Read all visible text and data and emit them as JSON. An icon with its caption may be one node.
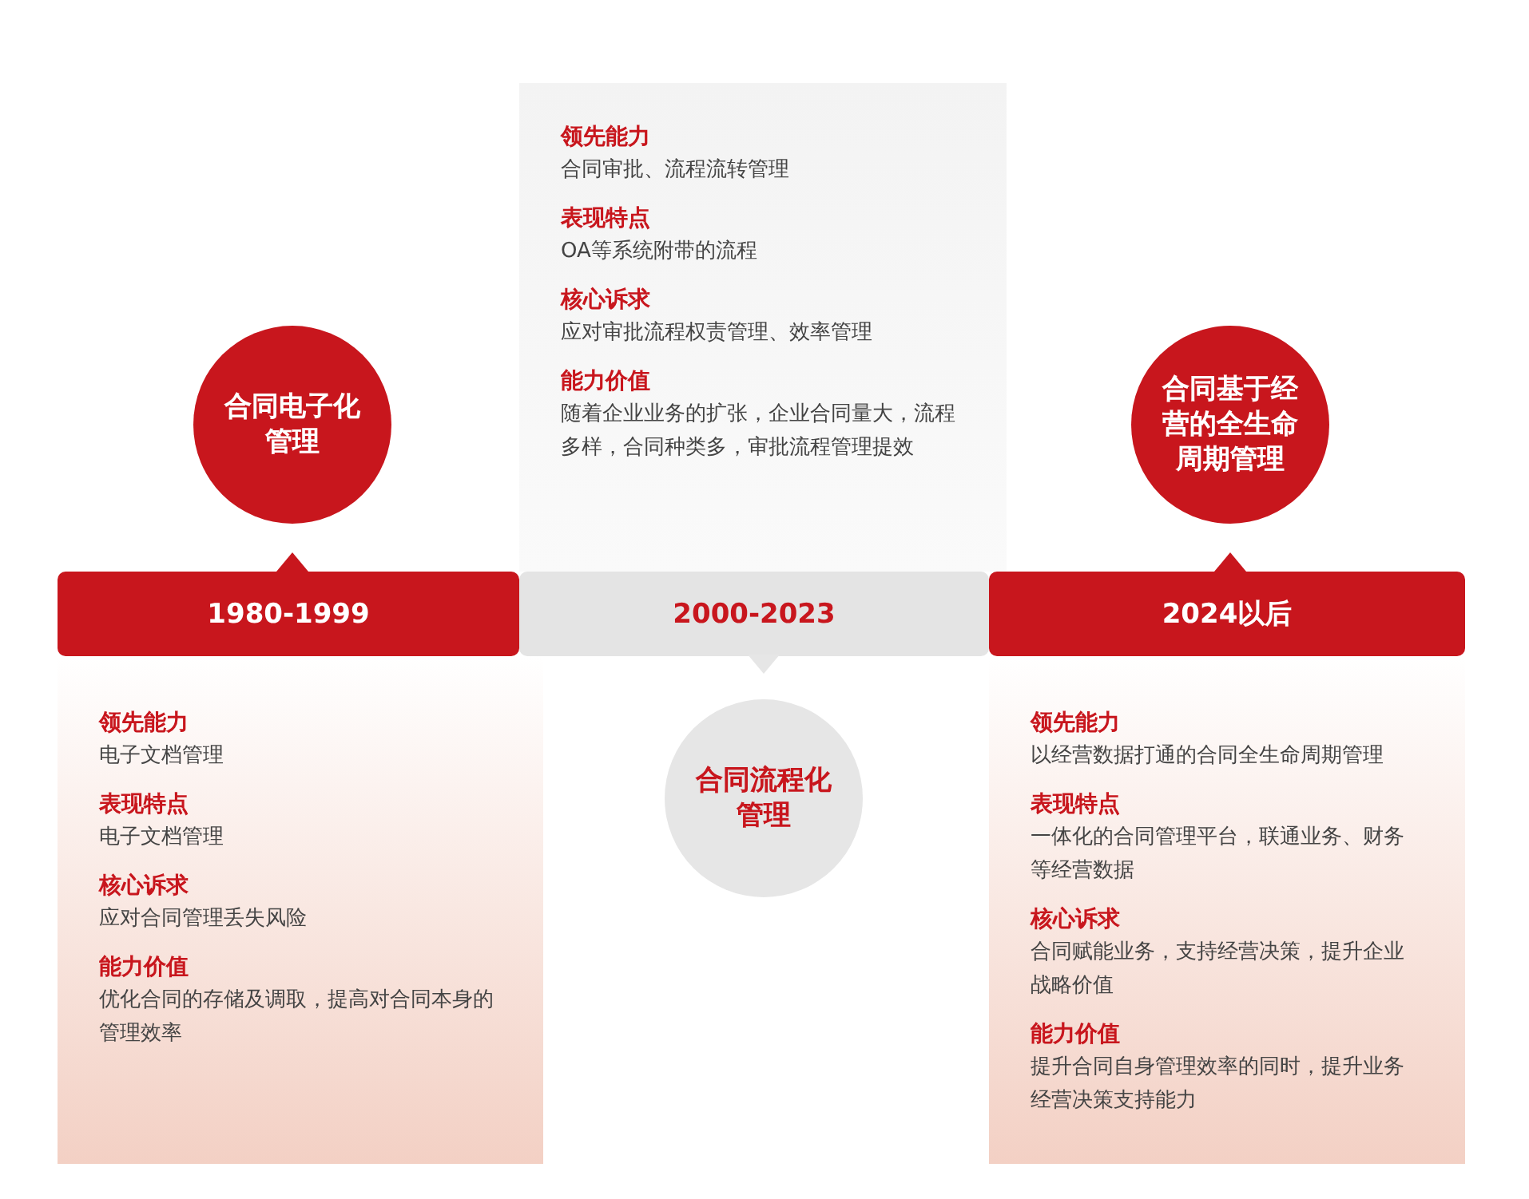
{
  "diagram": {
    "nodes": [
      {
        "text": [
          "合同电子化管理"
        ]
      },
      {
        "text": [
          "1980-1999"
        ]
      },
      {
        "text": [
          "领先能力",
          "电子文档管理",
          "表现特点",
          "电子文档管理",
          "核心诉求",
          "应对合同管理丢失风险",
          "能力价值",
          "优化合同的存储及调取，提高对合同本身的管理效率"
        ]
      },
      {
        "text": [
          "领先能力",
          "合同审批、流程流转管理",
          "表现特点",
          "OA等系统附带的流程",
          "核心诉求",
          "应对审批流程权责管理、效率管理",
          "能力价值",
          "随着企业业务的扩张，企业合同量大，流程多样，合同种类多，审批流程管理提效"
        ]
      },
      {
        "text": [
          "2000-2023"
        ]
      },
      {
        "text": [
          "合同流程化管理"
        ]
      },
      {
        "text": [
          "合同基于经营的全生命周期管理"
        ]
      },
      {
        "text": [
          "2024以后"
        ]
      },
      {
        "text": [
          "领先能力",
          "以经营数据打通的合同全生命周期管理",
          "表现特点",
          "一体化的合同管理平台，联通业务、财务等经营数据",
          "核心诉求",
          "合同赋能业务，支持经营决策，提升企业战略价值",
          "能力价值",
          "提升合同自身管理效率的同时，提升业务经营决策支持能力"
        ]
      }
    ]
  }
}
